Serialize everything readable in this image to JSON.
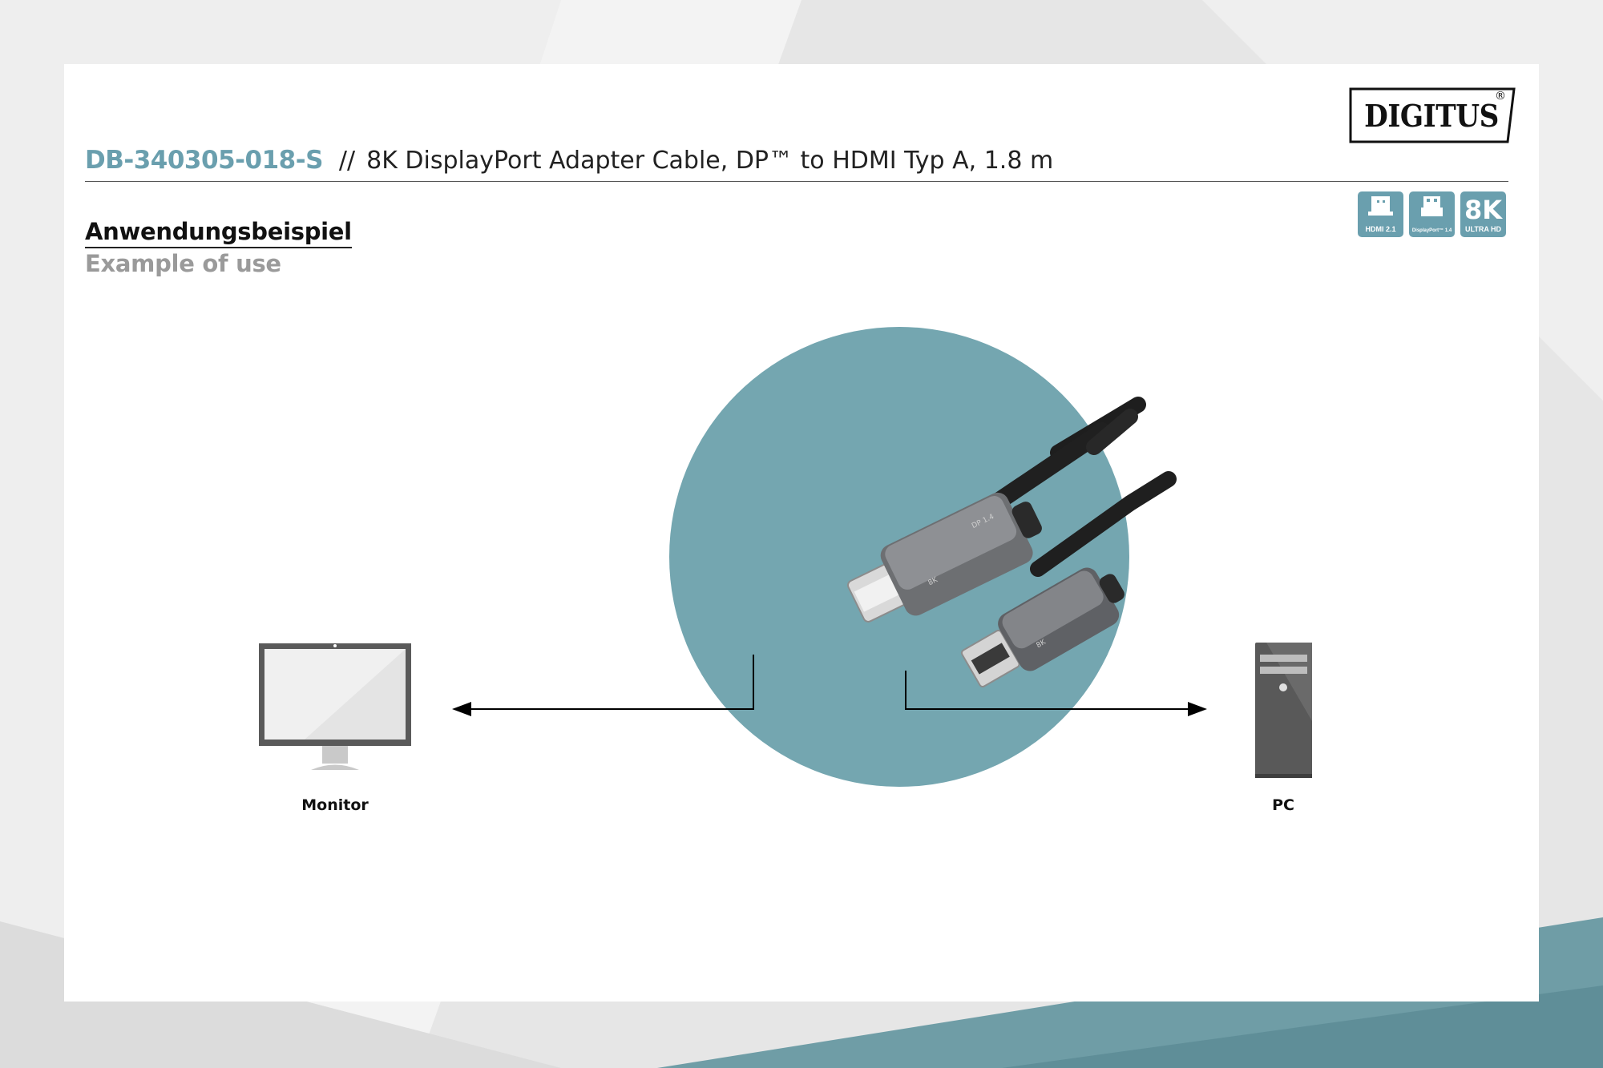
{
  "header": {
    "sku": "DB-340305-018-S",
    "separator": "//",
    "product_title": "8K DisplayPort Adapter Cable, DP™ to HDMI Typ A, 1.8 m"
  },
  "brand": {
    "logo_text": "DIGITUS",
    "registered_mark": "®"
  },
  "badges": [
    {
      "icon": "hdmi-port-icon",
      "label": "HDMI 2.1"
    },
    {
      "icon": "displayport-icon",
      "label": "DisplayPort™ 1.4"
    },
    {
      "big": "8K",
      "label": "ULTRA HD"
    }
  ],
  "section": {
    "heading_de": "Anwendungsbeispiel",
    "heading_en": "Example of use"
  },
  "diagram": {
    "left_device": "Monitor",
    "right_device": "PC",
    "connector_labels": [
      "8K",
      "DP 1.4",
      "8K"
    ]
  },
  "colors": {
    "accent": "#6a9fae",
    "circle": "#74a6b0",
    "text": "#111111"
  }
}
